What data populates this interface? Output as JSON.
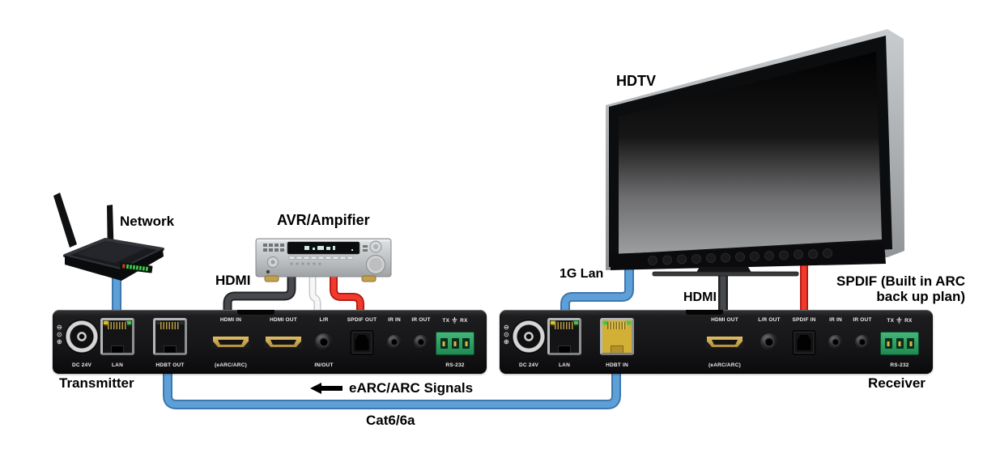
{
  "labels": {
    "hdtv": "HDTV",
    "network": "Network",
    "avr": "AVR/Ampifier",
    "hdmi_left": "HDMI",
    "lan_1g": "1G Lan",
    "hdmi_right": "HDMI",
    "spdif_line1": "SPDIF (Built in ARC",
    "spdif_line2": "back up plan)",
    "earc_signals": "eARC/ARC Signals",
    "cat6": "Cat6/6a"
  },
  "transmitter": {
    "name_label": "Transmitter",
    "ports": {
      "dc": {
        "label": "DC 24V"
      },
      "lan": {
        "label": "LAN"
      },
      "hdbt_out": {
        "label": "HDBT OUT"
      },
      "hdmi_in": {
        "label_top": "HDMI IN",
        "label_bottom": "(eARC/ARC)"
      },
      "hdmi_out": {
        "label_top": "HDMI OUT"
      },
      "lr": {
        "label_top": "L/R",
        "label_bottom": "IN/OUT"
      },
      "spdif_out": {
        "label_top": "SPDIF OUT"
      },
      "ir_in": {
        "label_top": "IR IN"
      },
      "ir_out": {
        "label_top": "IR OUT"
      },
      "rs232": {
        "label_tx": "TX",
        "label_rx": "RX",
        "label_bottom": "RS-232"
      }
    }
  },
  "receiver": {
    "name_label": "Receiver",
    "ports": {
      "dc": {
        "label": "DC 24V"
      },
      "lan": {
        "label": "LAN"
      },
      "hdbt_in": {
        "label": "HDBT IN"
      },
      "hdmi_out": {
        "label_top": "HDMI OUT",
        "label_bottom": "(eARC/ARC)"
      },
      "lr_out": {
        "label_top": "L/R OUT"
      },
      "spdif_in": {
        "label_top": "SPDIF IN"
      },
      "ir_in": {
        "label_top": "IR IN"
      },
      "ir_out": {
        "label_top": "IR OUT"
      },
      "rs232": {
        "label_tx": "TX",
        "label_rx": "RX",
        "label_bottom": "RS-232"
      }
    }
  },
  "colors": {
    "cable_blue": "#5d9fd6",
    "cable_blue_dark": "#3c78ad",
    "cable_red": "#e8281e",
    "cable_gray": "#424446",
    "cable_white": "#f4f4f4",
    "device_black": "#141416",
    "terminal_green": "#2ea06a",
    "hdmi_gold": "#caa54e"
  }
}
